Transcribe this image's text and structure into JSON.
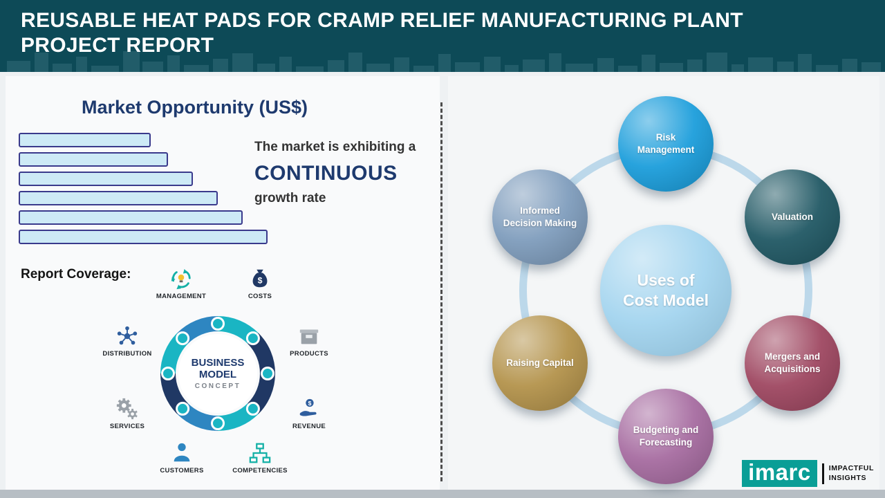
{
  "header": {
    "title_line1": "REUSABLE HEAT PADS FOR CRAMP RELIEF MANUFACTURING PLANT",
    "title_line2": "PROJECT REPORT",
    "bg_color": "#0d4a57"
  },
  "chart_data": {
    "type": "bar",
    "orientation": "horizontal",
    "title": "Market Opportunity (US$)",
    "values": [
      53,
      60,
      70,
      80,
      90,
      100
    ],
    "axis_labels": "none shown",
    "bar_fill": "#cdeaf6",
    "bar_border": "#3a3a8c"
  },
  "market": {
    "statement_prefix": "The market is exhibiting a",
    "statement_highlight": "CONTINUOUS",
    "statement_suffix": "growth rate"
  },
  "report_coverage": {
    "label": "Report Coverage:",
    "center_title": "BUSINESS MODEL",
    "center_subtitle": "CONCEPT",
    "items": [
      "MANAGEMENT",
      "COSTS",
      "DISTRIBUTION",
      "PRODUCTS",
      "SERVICES",
      "REVENUE",
      "CUSTOMERS",
      "COMPETENCIES"
    ]
  },
  "cost_model": {
    "center_label": "Uses of Cost Model",
    "center_color": "#9ed2ee",
    "nodes": [
      {
        "label": "Risk Management",
        "color": "#1a9ddb"
      },
      {
        "label": "Valuation",
        "color": "#1f5763"
      },
      {
        "label": "Mergers and Acquisitions",
        "color": "#9e4660"
      },
      {
        "label": "Budgeting and Forecasting",
        "color": "#a66ba0"
      },
      {
        "label": "Raising Capital",
        "color": "#b3924a"
      },
      {
        "label": "Informed Decision Making",
        "color": "#7e9cbc"
      }
    ]
  },
  "logo": {
    "brand": "imarc",
    "tagline_line1": "IMPACTFUL",
    "tagline_line2": "INSIGHTS",
    "color": "#0a9e96"
  }
}
